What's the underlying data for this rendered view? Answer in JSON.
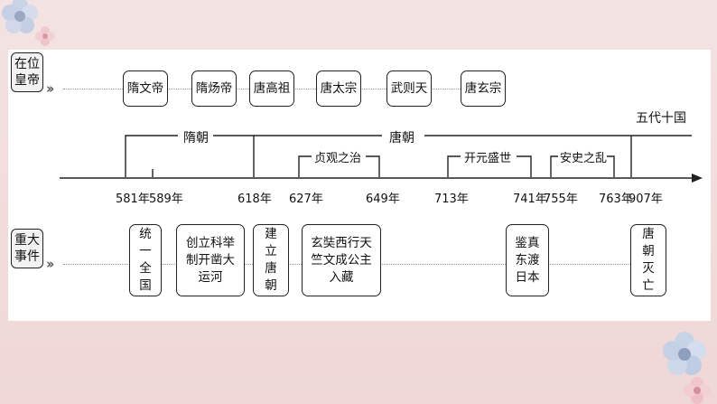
{
  "rows": {
    "rulers_label": "在位皇帝",
    "events_label": "重大事件"
  },
  "rulers": [
    "隋文帝",
    "隋炀帝",
    "唐高祖",
    "唐太宗",
    "武则天",
    "唐玄宗"
  ],
  "periods": {
    "wudai": "五代十国",
    "sui": "隋朝",
    "tang": "唐朝",
    "zhenguan": "贞观之治",
    "kaiyuan": "开元盛世",
    "anshi": "安史之乱"
  },
  "years": [
    "581年",
    "589年",
    "618年",
    "627年",
    "649年",
    "713年",
    "741年",
    "755年",
    "763年",
    "907年"
  ],
  "events": [
    "统一全国",
    "创立科举制开凿大运河",
    "建立唐朝",
    "玄奘西行天竺文成公主入藏",
    "鉴真东渡日本",
    "唐朝灭亡"
  ],
  "colors": {
    "border": "#222222",
    "label_bg": "#f2f2f2",
    "page_bg": "#f1dcdc"
  }
}
